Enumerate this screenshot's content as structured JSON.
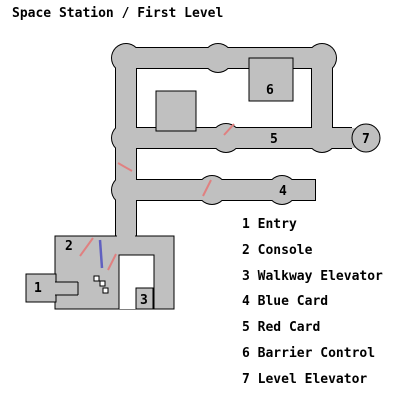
{
  "title": "Space Station / First Level",
  "colors": {
    "floor": "#c0c0c0",
    "outline": "#000000",
    "red_door": "#e08080",
    "blue_door": "#6060c0",
    "background": "#ffffff"
  },
  "map_labels": {
    "entry": "1",
    "console": "2",
    "walkway_elevator": "3",
    "blue_card": "4",
    "red_card": "5",
    "barrier_control": "6",
    "level_elevator": "7"
  },
  "legend": [
    {
      "num": "1",
      "label": "Entry"
    },
    {
      "num": "2",
      "label": "Console"
    },
    {
      "num": "3",
      "label": "Walkway Elevator"
    },
    {
      "num": "4",
      "label": "Blue Card"
    },
    {
      "num": "5",
      "label": "Red Card"
    },
    {
      "num": "6",
      "label": "Barrier Control"
    },
    {
      "num": "7",
      "label": "Level Elevator"
    }
  ]
}
